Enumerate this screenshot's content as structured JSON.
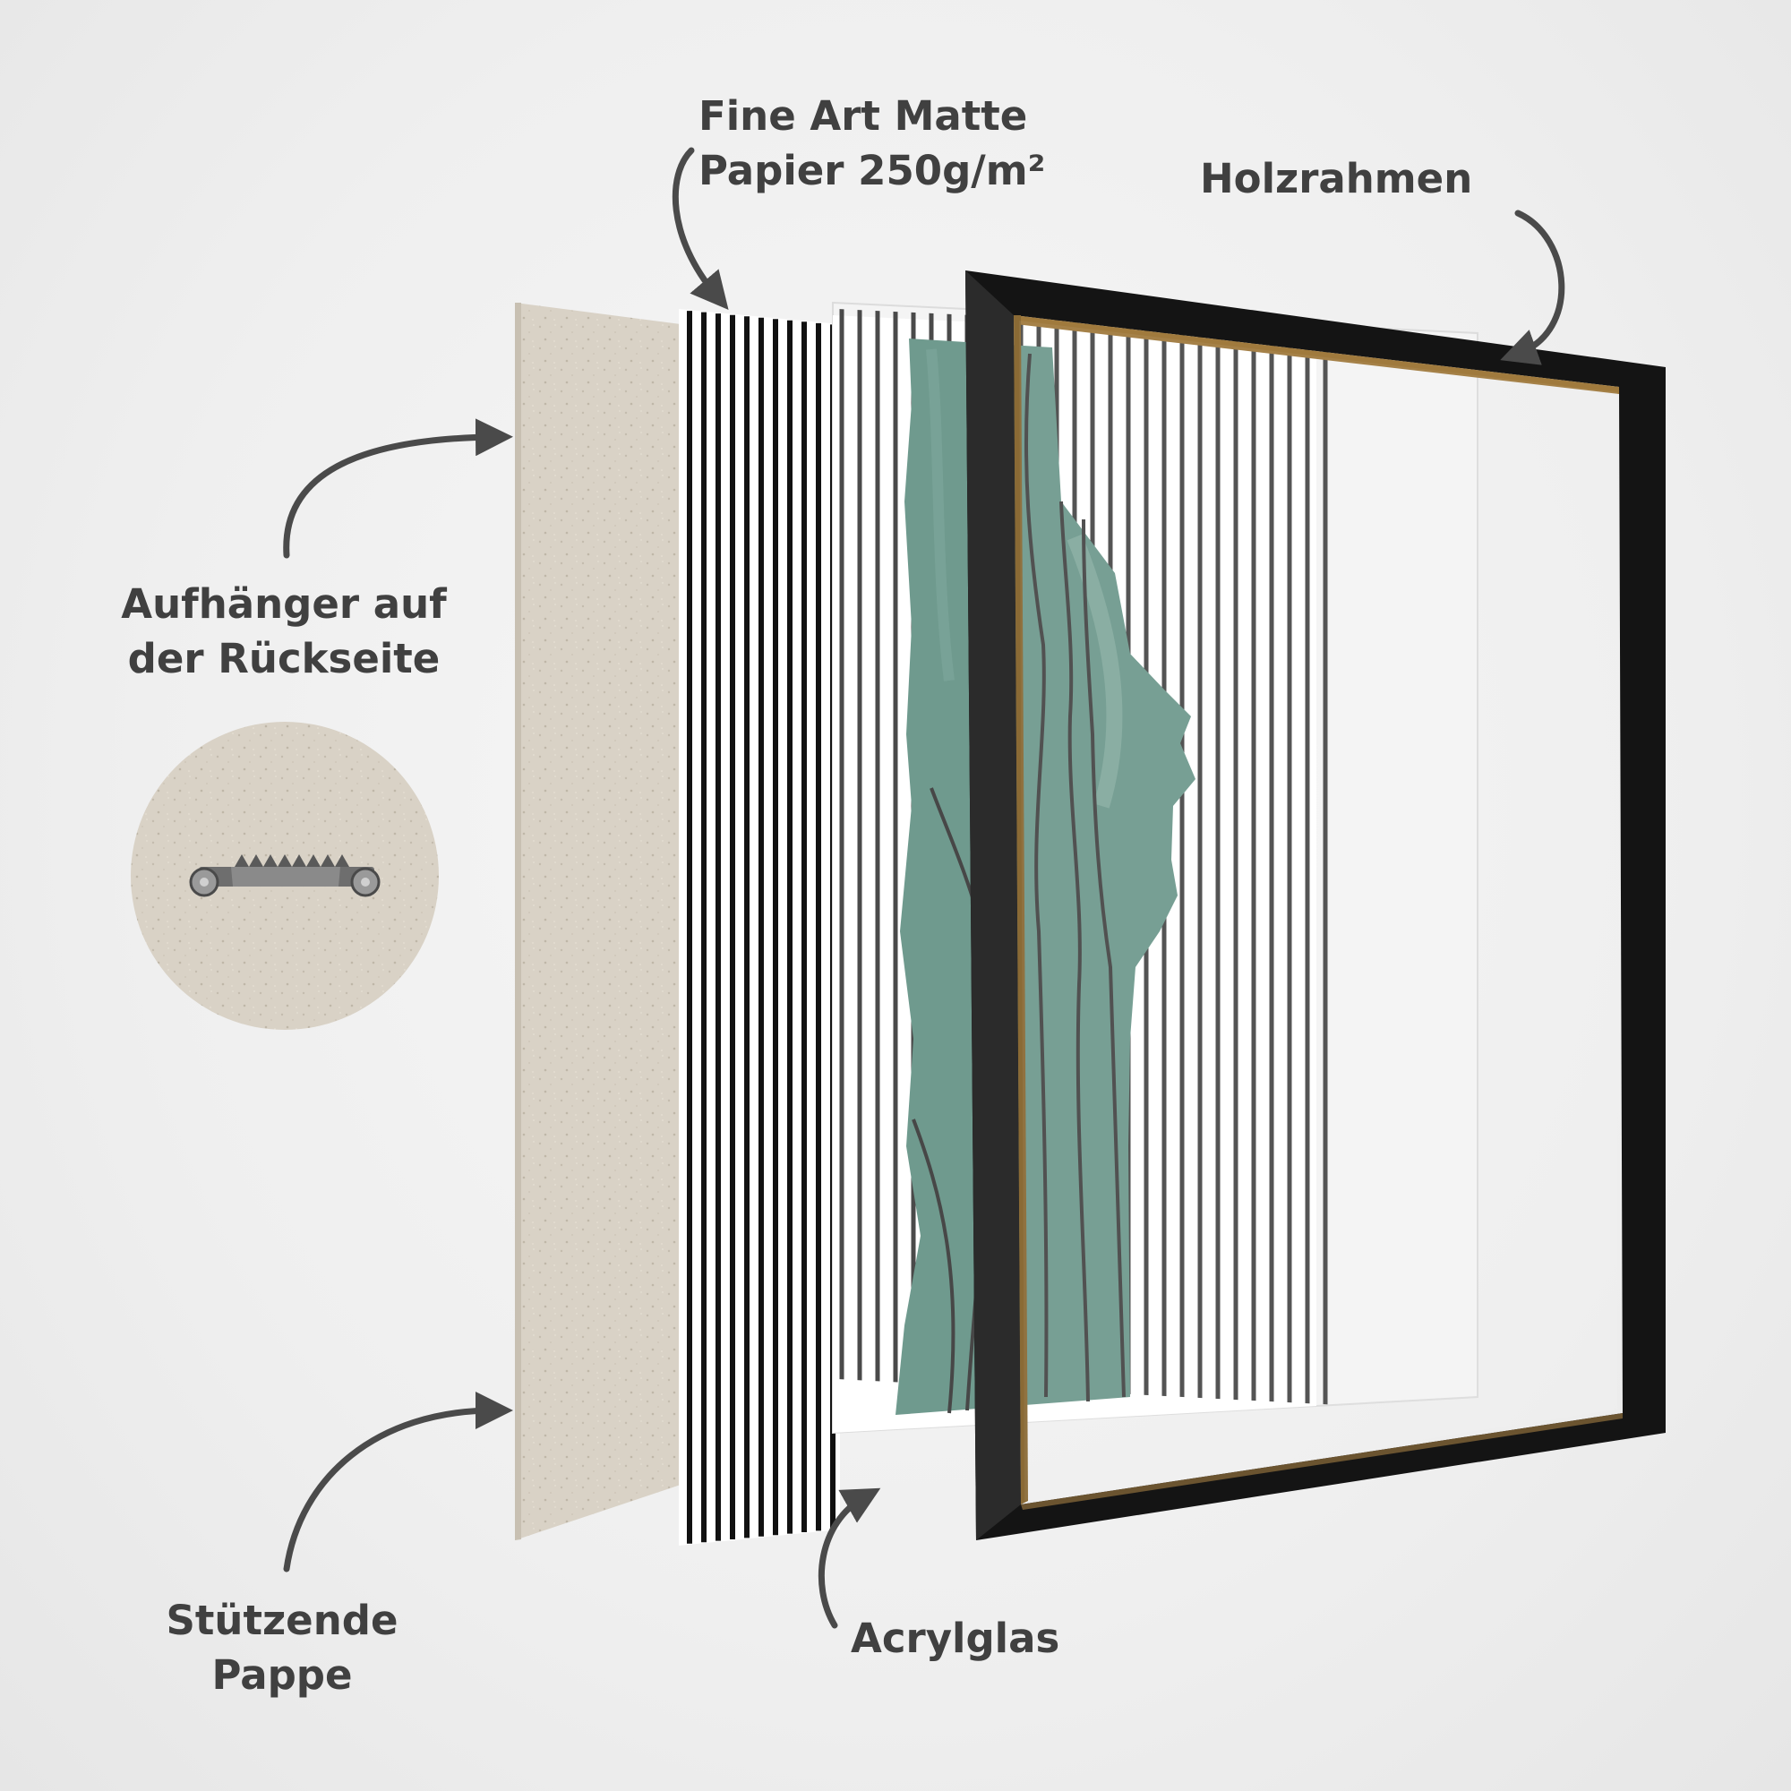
{
  "labels": {
    "paper": [
      "Fine Art Matte",
      "Papier 250g/m²"
    ],
    "frame": [
      "Holzrahmen"
    ],
    "hanger": [
      "Aufhänger auf",
      "der Rückseite"
    ],
    "backing": [
      "Stützende",
      "Pappe"
    ],
    "acrylic": [
      "Acrylglas"
    ]
  },
  "icons": {
    "arrow": "curved-arrow-icon",
    "hanger_detail": "sawtooth-hanger-icon"
  },
  "colors": {
    "background": "#efefef",
    "label_text": "#404040",
    "arrow": "#4a4a4a",
    "cardboard": "#d9d2c6",
    "frame": "#141414",
    "artwork_green": "#6f9a8e",
    "stripes": "#111111"
  }
}
